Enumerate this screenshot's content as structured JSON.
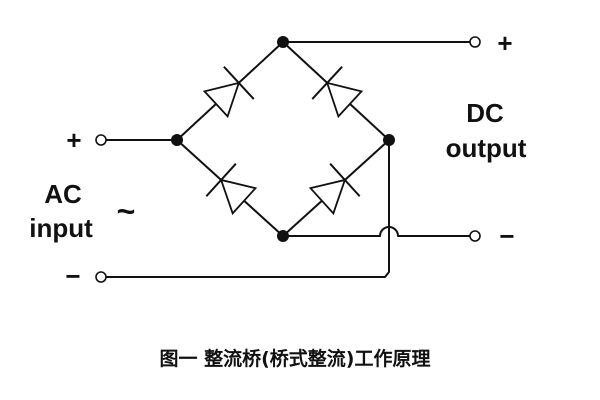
{
  "labels": {
    "ac_line1": "AC",
    "ac_line2": "input",
    "tilde": "~",
    "dc_line1": "DC",
    "dc_line2": "output",
    "in_plus": "+",
    "in_minus": "−",
    "out_plus": "+",
    "out_minus": "−"
  },
  "caption": "图一 整流桥(桥式整流)工作原理",
  "colors": {
    "ink": "#111111",
    "background": "#ffffff"
  }
}
